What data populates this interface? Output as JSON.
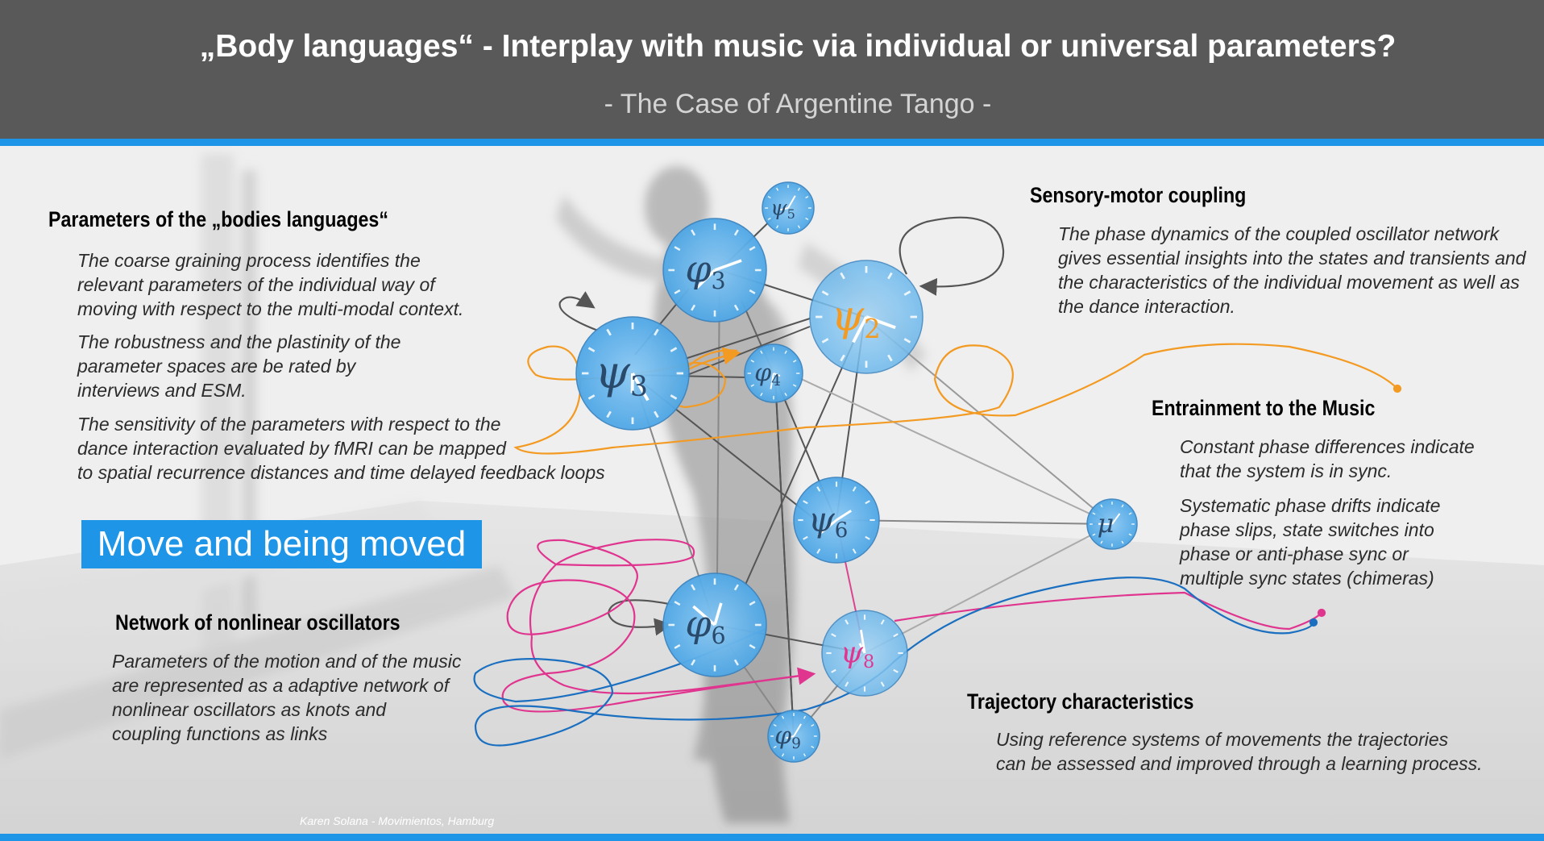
{
  "header": {
    "title": "„Body languages“ - Interplay with music via individual or universal parameters?",
    "subtitle": "- The Case of Argentine Tango -"
  },
  "sections": {
    "parameters": {
      "heading": "Parameters of the „bodies languages“",
      "paragraphs": [
        [
          "The coarse graining process identifies the",
          "relevant parameters of the individual way of",
          "moving with respect to the multi-modal context."
        ],
        [
          "The robustness and the plastinity of the",
          "parameter spaces are be rated by",
          "interviews and ESM."
        ],
        [
          "The sensitivity of the parameters with respect to the",
          "dance interaction evaluated by fMRI can be mapped",
          "to spatial recurrence distances and time delayed feedback loops"
        ]
      ]
    },
    "highlight": "Move and being moved",
    "network": {
      "heading": "Network of nonlinear oscillators",
      "paragraph": [
        "Parameters of the motion and of the music",
        "are represented as a adaptive network of",
        "nonlinear oscillators as knots and",
        "coupling functions as links"
      ]
    },
    "sensory": {
      "heading": "Sensory-motor coupling",
      "paragraph": [
        "The phase dynamics of the coupled oscillator network",
        "gives essential insights into the states and transients and",
        "the characteristics of the individual movement as well as",
        "the dance interaction."
      ]
    },
    "entrainment": {
      "heading": "Entrainment to the Music",
      "paragraphs": [
        [
          "Constant phase differences indicate",
          "that the system is in sync."
        ],
        [
          "Systematic phase drifts indicate",
          "phase slips, state switches into",
          "phase or anti-phase sync or",
          "multiple sync states (chimeras)"
        ]
      ]
    },
    "trajectory": {
      "heading": "Trajectory characteristics",
      "paragraph": [
        "Using reference systems of movements the trajectories",
        "can be assessed and improved through a learning process."
      ]
    }
  },
  "credit": "Karen Solana - Movimientos, Hamburg",
  "nodes": [
    {
      "id": "psi5",
      "sym": "ψ",
      "sub": "5",
      "color": "#2a4a6b"
    },
    {
      "id": "phi3",
      "sym": "φ",
      "sub": "3",
      "color": "#2a4a6b"
    },
    {
      "id": "psi2",
      "sym": "ψ",
      "sub": "2",
      "color": "#f39a22"
    },
    {
      "id": "psi3",
      "sym": "ψ",
      "sub": "3",
      "color": "#2a4a6b"
    },
    {
      "id": "phi4",
      "sym": "φ",
      "sub": "4",
      "color": "#2a4a6b"
    },
    {
      "id": "psi6",
      "sym": "ψ",
      "sub": "6",
      "color": "#2a4a6b"
    },
    {
      "id": "mu",
      "sym": "μ",
      "sub": "",
      "color": "#2a4a6b"
    },
    {
      "id": "phi6",
      "sym": "φ",
      "sub": "6",
      "color": "#2a4a6b"
    },
    {
      "id": "psi8",
      "sym": "ψ",
      "sub": "8",
      "color": "#e0358f"
    },
    {
      "id": "phi9",
      "sym": "φ",
      "sub": "9",
      "color": "#2a4a6b"
    }
  ],
  "colors": {
    "accent": "#1f95e8",
    "header": "#595959",
    "orange": "#f39a22",
    "pink": "#e0358f",
    "blue_trajectory": "#1a6fc0"
  }
}
